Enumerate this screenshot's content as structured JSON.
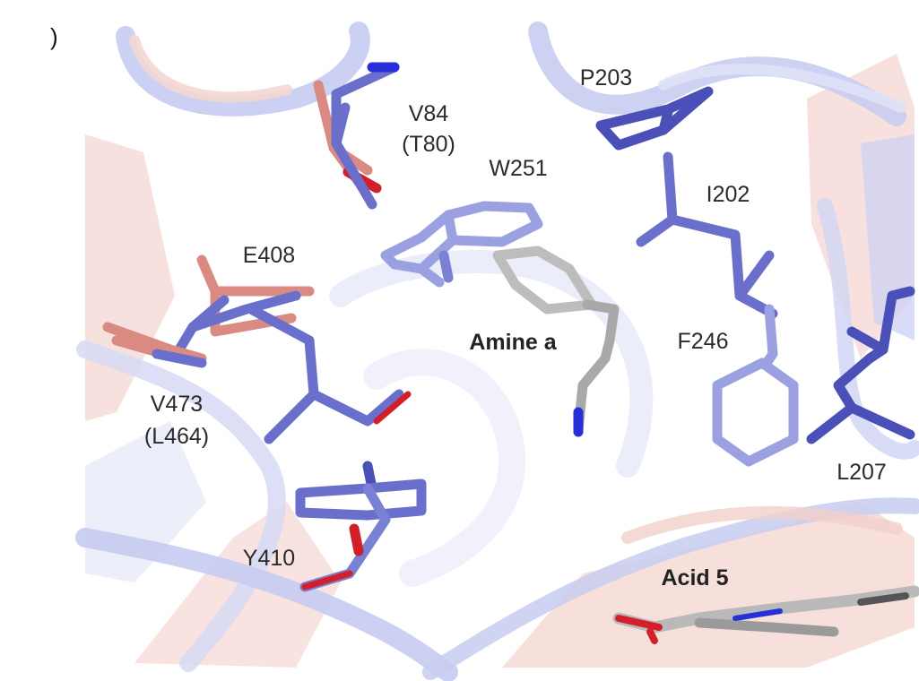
{
  "figure": {
    "panel_letter": ")",
    "colors": {
      "protein_a": "#6a6fcc",
      "protein_a_light": "#9aa0e0",
      "protein_b": "#d98a82",
      "ligand": "#a9a9a9",
      "oxygen": "#d21f2a",
      "nitrogen": "#2730d8",
      "ribbon_blue": "#c9cdf0",
      "ribbon_pink": "#f2d6d2"
    },
    "labels": {
      "v84": "V84",
      "t80": "(T80)",
      "p203": "P203",
      "w251": "W251",
      "i202": "I202",
      "e408": "E408",
      "amine": "Amine a",
      "f246": "F246",
      "v473": "V473",
      "l464": "(L464)",
      "l207": "L207",
      "y410": "Y410",
      "acid": "Acid 5"
    }
  }
}
